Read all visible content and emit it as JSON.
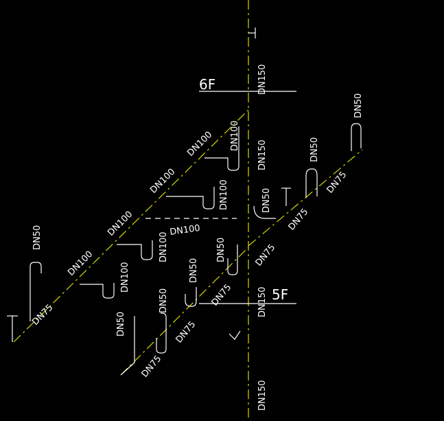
{
  "floors": {
    "upper": "6F",
    "lower": "5F"
  },
  "riser_labels": [
    "DN150",
    "DN150",
    "DN50",
    "DN150",
    "DN150"
  ],
  "branch_labels": {
    "left_main": [
      "DN75",
      "DN100",
      "DN100",
      "DN100",
      "DN100"
    ],
    "left_drops": [
      "DN50",
      "DN100",
      "DN100",
      "DN100",
      "DN100"
    ],
    "horizontal": "DN100",
    "lower_run": [
      "DN75",
      "DN75",
      "DN75",
      "DN75"
    ],
    "lower_drops": [
      "DN50",
      "DN50",
      "DN50",
      "DN50"
    ],
    "right_run": [
      "DN75",
      "DN75"
    ],
    "right_drops": [
      "DN50",
      "DN50"
    ]
  },
  "colors": {
    "background": "#000000",
    "pipe": "#d8d800",
    "line": "#ffffff"
  }
}
